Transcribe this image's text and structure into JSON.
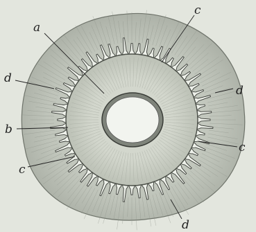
{
  "figure": {
    "labels": {
      "a": "a",
      "b": "b",
      "c_top": "c",
      "c_right": "c",
      "c_left": "c",
      "d_left": "d",
      "d_right": "d",
      "d_bottom": "d"
    },
    "colors": {
      "background": "#e3e6de",
      "outer_tissue": "#b9beb4",
      "inner_ring": "#cdd2c7",
      "gland_fill": "#eef1ea",
      "gland_outline": "#3a3d38",
      "lumen": "#f2f4ef",
      "ink": "#222222"
    }
  }
}
